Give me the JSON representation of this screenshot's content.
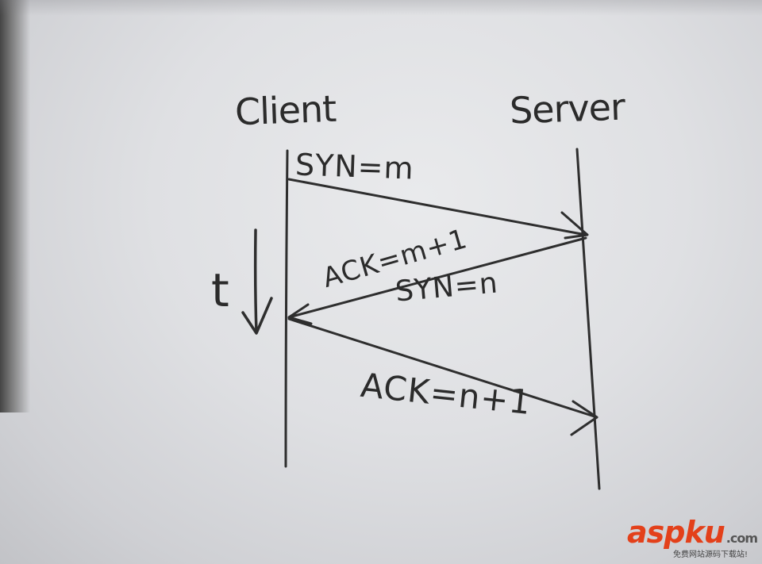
{
  "diagram": {
    "participants": {
      "client": "Client",
      "server": "Server"
    },
    "time_label": "t",
    "messages": [
      {
        "label": "SYN=m",
        "direction": "client-to-server"
      },
      {
        "label_ack": "ACK=m+1",
        "label_syn": "SYN=n",
        "direction": "server-to-client"
      },
      {
        "label": "ACK=n+1",
        "direction": "client-to-server"
      }
    ]
  },
  "watermark": {
    "brand": "aspku",
    "suffix": ".com",
    "tagline": "免费网站源码下载站!"
  }
}
